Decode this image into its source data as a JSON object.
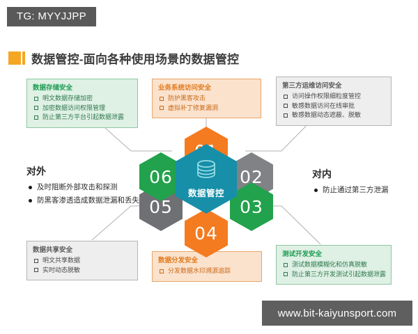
{
  "badge": {
    "label": "TG: MYYJJPP"
  },
  "title": {
    "text": "数据管控-面向各种使用场景的数据管控"
  },
  "boxes": {
    "storage": {
      "title": "数据存储安全",
      "items": [
        "明文数据存储加密",
        "加密数据访问权限管理",
        "防止第三方平台引起数据泄露"
      ]
    },
    "business": {
      "title": "业务系统访问安全",
      "items": [
        "防护黑客攻击",
        "虚拟补丁修复漏洞"
      ]
    },
    "thirdparty": {
      "title": "第三方运维访问安全",
      "items": [
        "访问操作权限细粒度管控",
        "敏感数据访问在线审批",
        "敏感数据动态遮蔽、脱敏"
      ]
    },
    "share": {
      "title": "数据共享安全",
      "items": [
        "明文共享数据",
        "实时动态脱敏"
      ]
    },
    "distribute": {
      "title": "数据分发安全",
      "items": [
        "分发数据水印溯源追踪"
      ]
    },
    "test": {
      "title": "测试开发安全",
      "items": [
        "测试数据模糊化和仿真脱敏",
        "防止第三方开发测试引起数据泄露"
      ]
    }
  },
  "sides": {
    "external": {
      "title": "对外",
      "items": [
        "及时阻断外部攻击和探测",
        "防黑客渗透造成数据泄漏和丢失"
      ]
    },
    "internal": {
      "title": "对内",
      "items": [
        "防止通过第三方泄漏"
      ]
    }
  },
  "hexagons": [
    {
      "number": "01",
      "color": "#F47B20"
    },
    {
      "number": "02",
      "color": "#808285"
    },
    {
      "number": "03",
      "color": "#22A24C"
    },
    {
      "number": "04",
      "color": "#F47B20"
    },
    {
      "number": "05",
      "color": "#6E7073"
    },
    {
      "number": "06",
      "color": "#22A24C"
    }
  ],
  "center": {
    "label": "数据管控",
    "color": "#178FA8",
    "icon": "database-icon"
  },
  "watermark": {
    "text": "www.bit-kaiyunsport.com"
  },
  "colors": {
    "orange": "#F47B20",
    "green": "#22A24C",
    "gray": "#808285",
    "teal": "#178FA8",
    "title_accent": "#F5A623",
    "badge_bg": "#595959"
  }
}
